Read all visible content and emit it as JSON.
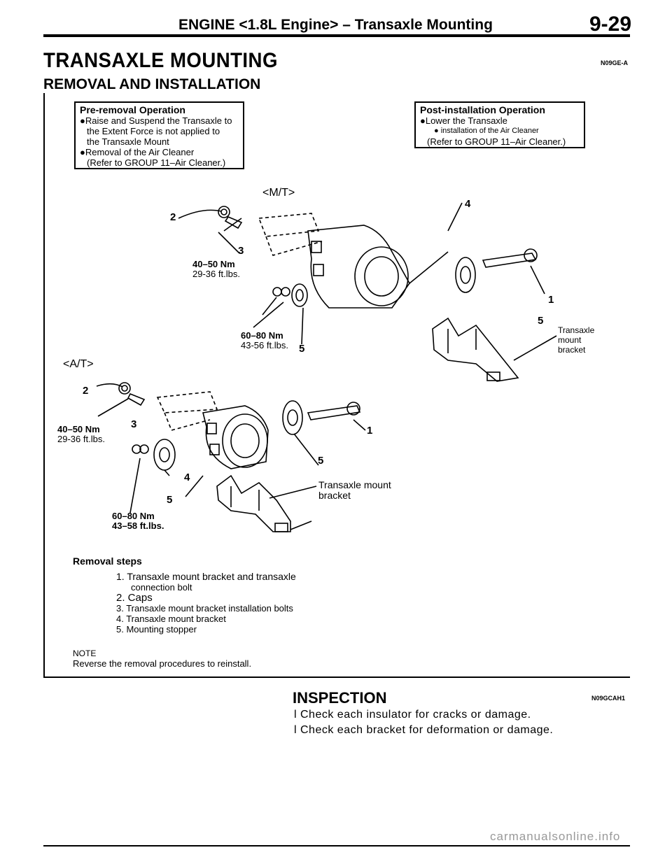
{
  "header": {
    "title": "ENGINE <1.8L Engine> – Transaxle Mounting",
    "page": "9-29"
  },
  "section": {
    "title": "TRANSAXLE MOUNTING",
    "code": "N09GE-A",
    "subtitle": "REMOVAL AND INSTALLATION"
  },
  "pre_removal": {
    "title": "Pre-removal Operation",
    "lines": [
      "●Raise and Suspend the Transaxle to",
      "the Extent Force is not applied to",
      "the Transaxle Mount",
      "●Removal of the Air Cleaner",
      "(Refer to GROUP 11–Air Cleaner.)"
    ]
  },
  "post_installation": {
    "title": "Post-installation Operation",
    "lines": [
      "●Lower the Transaxle",
      "● installation of the Air Cleaner",
      "(Refer to GROUP 11–Air Cleaner.)"
    ]
  },
  "mt_diagram": {
    "label": "<M/T>",
    "torque1_nm": "40–50 Nm",
    "torque1_ft": "29-36 ft.lbs.",
    "torque2_nm": "60–80 Nm",
    "torque2_ft": "43-56 ft.lbs.",
    "bracket_label": [
      "Transaxle",
      "mount",
      "bracket"
    ],
    "callouts": [
      "2",
      "3",
      "4",
      "1",
      "5",
      "5"
    ]
  },
  "at_diagram": {
    "label": "<A/T>",
    "torque1_nm": "40–50 Nm",
    "torque1_ft": "29-36 ft.lbs.",
    "torque2_nm": "60–80 Nm",
    "torque2_ft": "43–58 ft.lbs.",
    "bracket_label": [
      "Transaxle mount",
      "bracket"
    ],
    "callouts": [
      "2",
      "3",
      "1",
      "5",
      "4",
      "5"
    ]
  },
  "removal": {
    "title": "Removal steps",
    "steps": [
      "1. Transaxle mount bracket and transaxle",
      "connection bolt",
      "2. Caps",
      "3. Transaxle mount bracket installation bolts",
      "4. Transaxle mount bracket",
      "5. Mounting stopper"
    ],
    "note_label": "NOTE",
    "note_text": "Reverse the removal procedures to reinstall."
  },
  "inspection": {
    "title": "INSPECTION",
    "code": "N09GCAH1",
    "items": [
      "l  Check each insulator for cracks or damage.",
      "l  Check each bracket for deformation or damage."
    ]
  },
  "watermark": "carmanualsonline.info"
}
